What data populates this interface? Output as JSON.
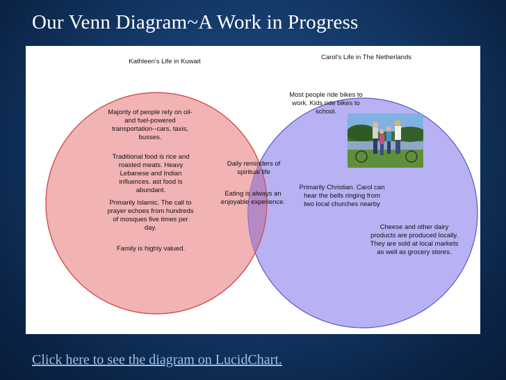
{
  "slide": {
    "title": "Our Venn Diagram~A Work in Progress",
    "link_text": "Click here to see the diagram on LucidChart."
  },
  "venn": {
    "left": {
      "label": "Kathleen's Life in Kuwait",
      "color": "#f1b3b4",
      "stroke": "#d24a4a",
      "items": [
        "Majority of people rely on oil-\nand fuel-powered\ntransportation--cars, taxis,\nbusses.",
        "Traditional food is rice and\nroasted meats.  Heavy\nLebanese and Indian\ninfluences.  ast food is\nabundant.",
        "Primarily Islamic.  The call to\nprayer echoes from hundreds\nof mosques five times per\nday.",
        "Family is highly valued."
      ]
    },
    "right": {
      "label": "Carol's Life in The Netherlands",
      "color": "#b7b2f3",
      "stroke": "#5a55c8",
      "items": [
        "Most people ride bikes to\nwork. Kids ride bikes to\nschool.",
        "Primarily Christian. Carol can\nhear the bells ringing from\ntwo local churches nearby",
        "Cheese and other dairy\nproducts are produced locally.\nThey are sold at local markets\nas well as grocery stores."
      ]
    },
    "overlap": {
      "color": "#b789c4",
      "items": [
        "Daily reminders of\nspiritual life",
        "Eating is always an\nenjoyable experience."
      ]
    }
  }
}
